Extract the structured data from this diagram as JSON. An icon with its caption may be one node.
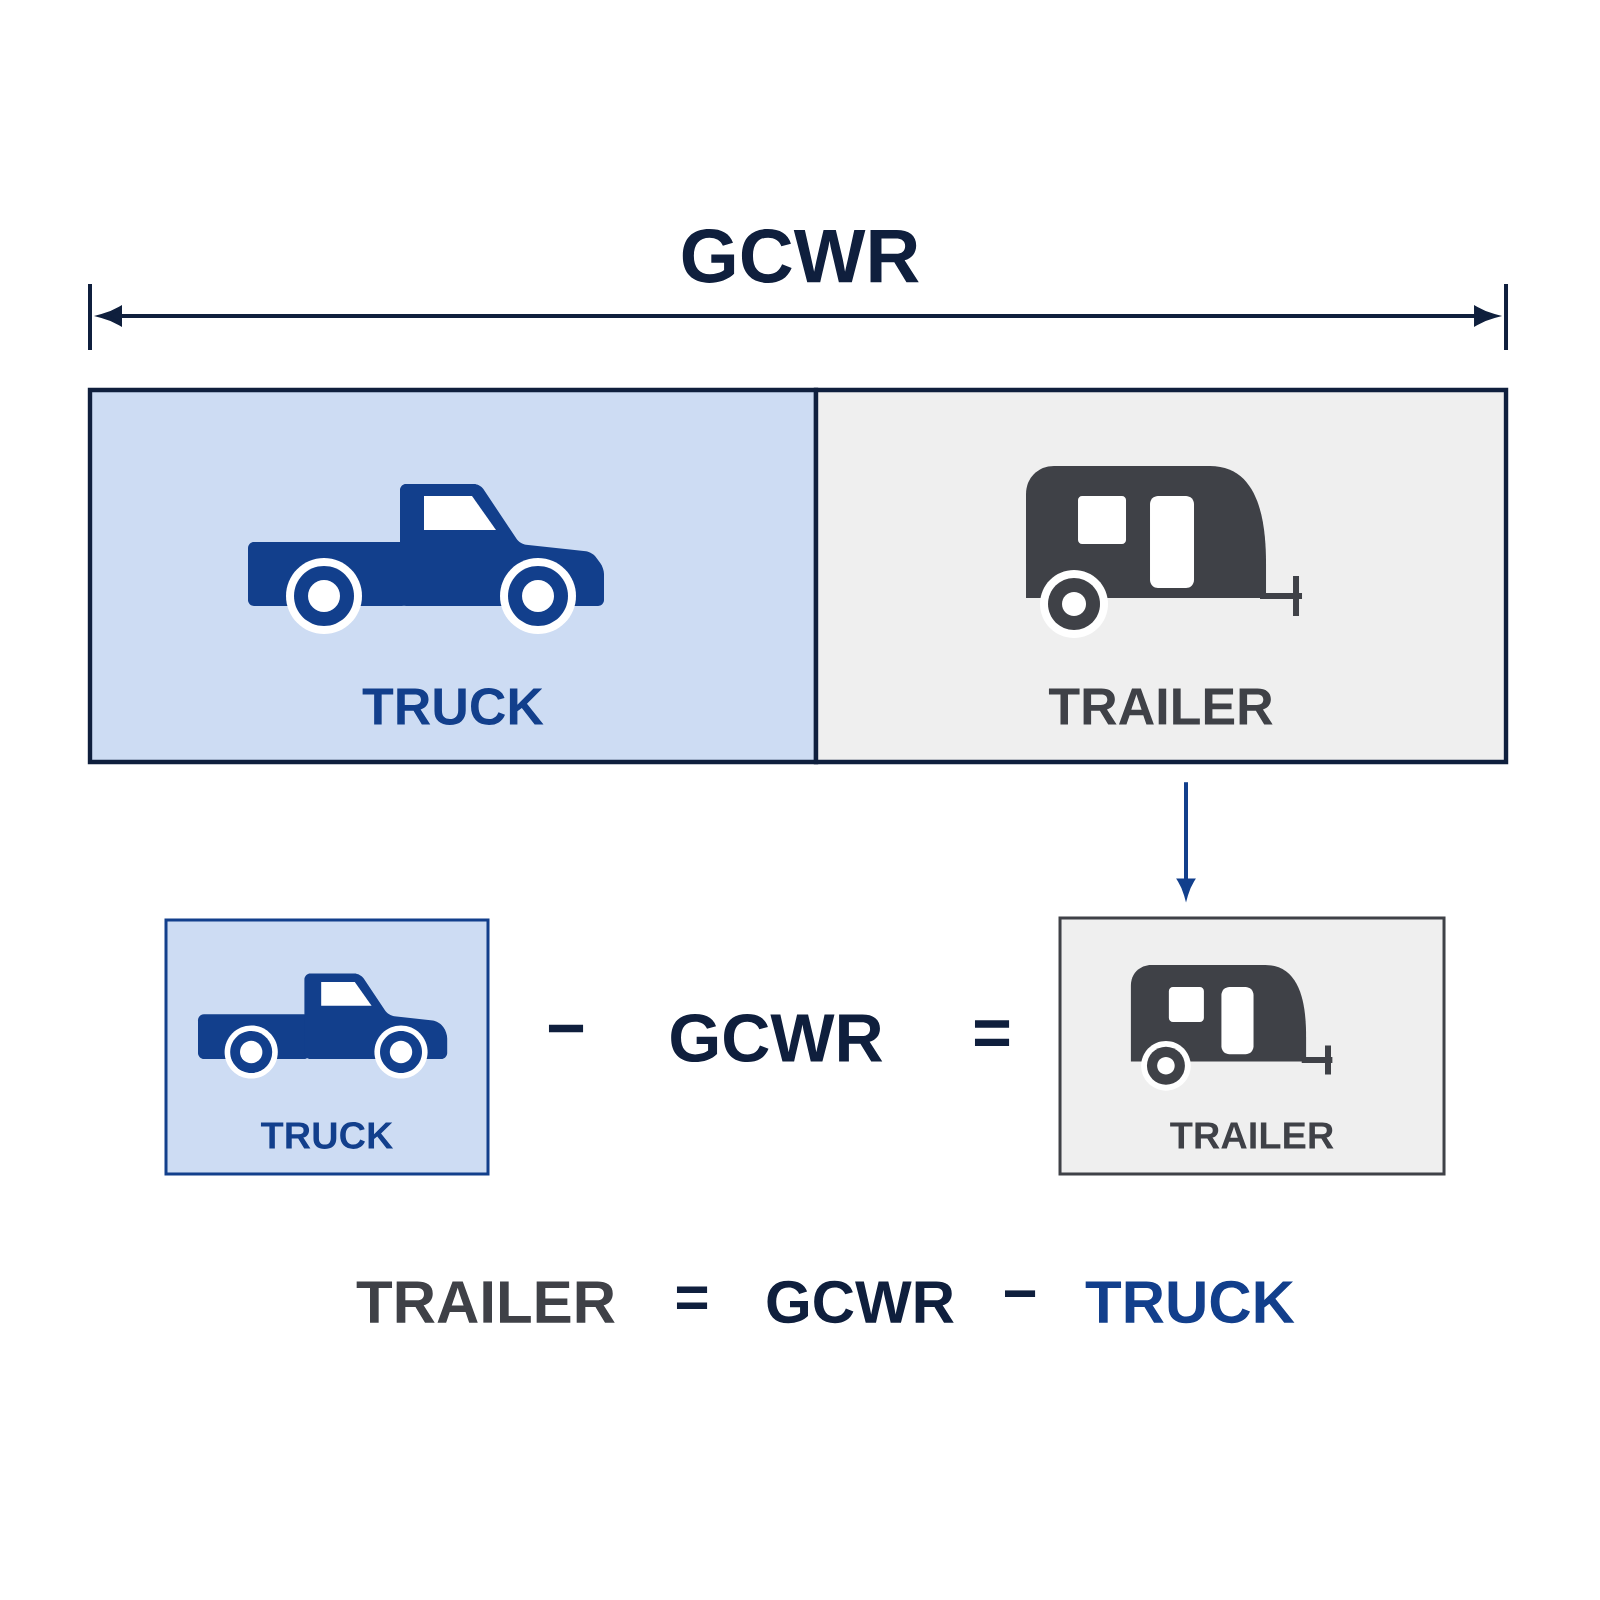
{
  "diagram": {
    "title": "GCWR",
    "nodes": [
      {
        "text": [
          "TRUCK"
        ]
      },
      {
        "text": [
          "TRAILER"
        ]
      },
      {
        "text": [
          "TRUCK"
        ]
      },
      {
        "text": [
          "TRAILER"
        ]
      }
    ],
    "edges": [
      {
        "from": 1,
        "to": 3,
        "arrow": "to"
      }
    ],
    "labels": [
      "−",
      "GCWR",
      "=",
      "TRAILER",
      "=",
      "GCWR",
      "−",
      "TRUCK"
    ]
  }
}
